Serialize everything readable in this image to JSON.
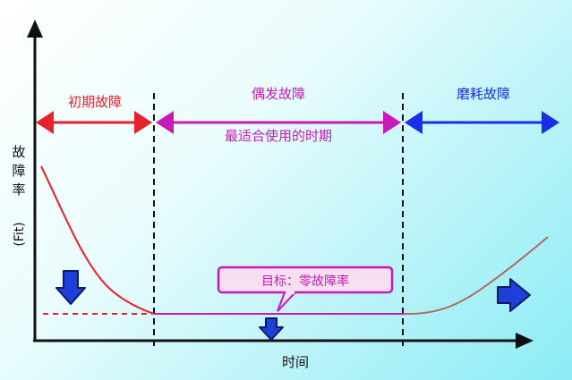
{
  "phases": {
    "early": {
      "label": "初期故障",
      "color": "#e8222a"
    },
    "random": {
      "label": "偶发故障",
      "sublabel": "最适合使用的时期",
      "color": "#c81ab8"
    },
    "wearout": {
      "label": "磨耗故障",
      "color": "#1a2ee8"
    }
  },
  "axes": {
    "y_label": [
      "故",
      "障",
      "率",
      "(Fit)"
    ],
    "x_label": "时间"
  },
  "goal": {
    "label": "目标：零故障率",
    "border_color": "#c81ab8",
    "fill_color": "#f7dff2"
  },
  "curve_colors": {
    "early": "#e8222a",
    "flat": "#c81ab8",
    "wear": "#b06a5a"
  },
  "icons": {
    "down_arrow_color": "#1e3fd8",
    "right_arrow_color": "#1e3fd8"
  }
}
